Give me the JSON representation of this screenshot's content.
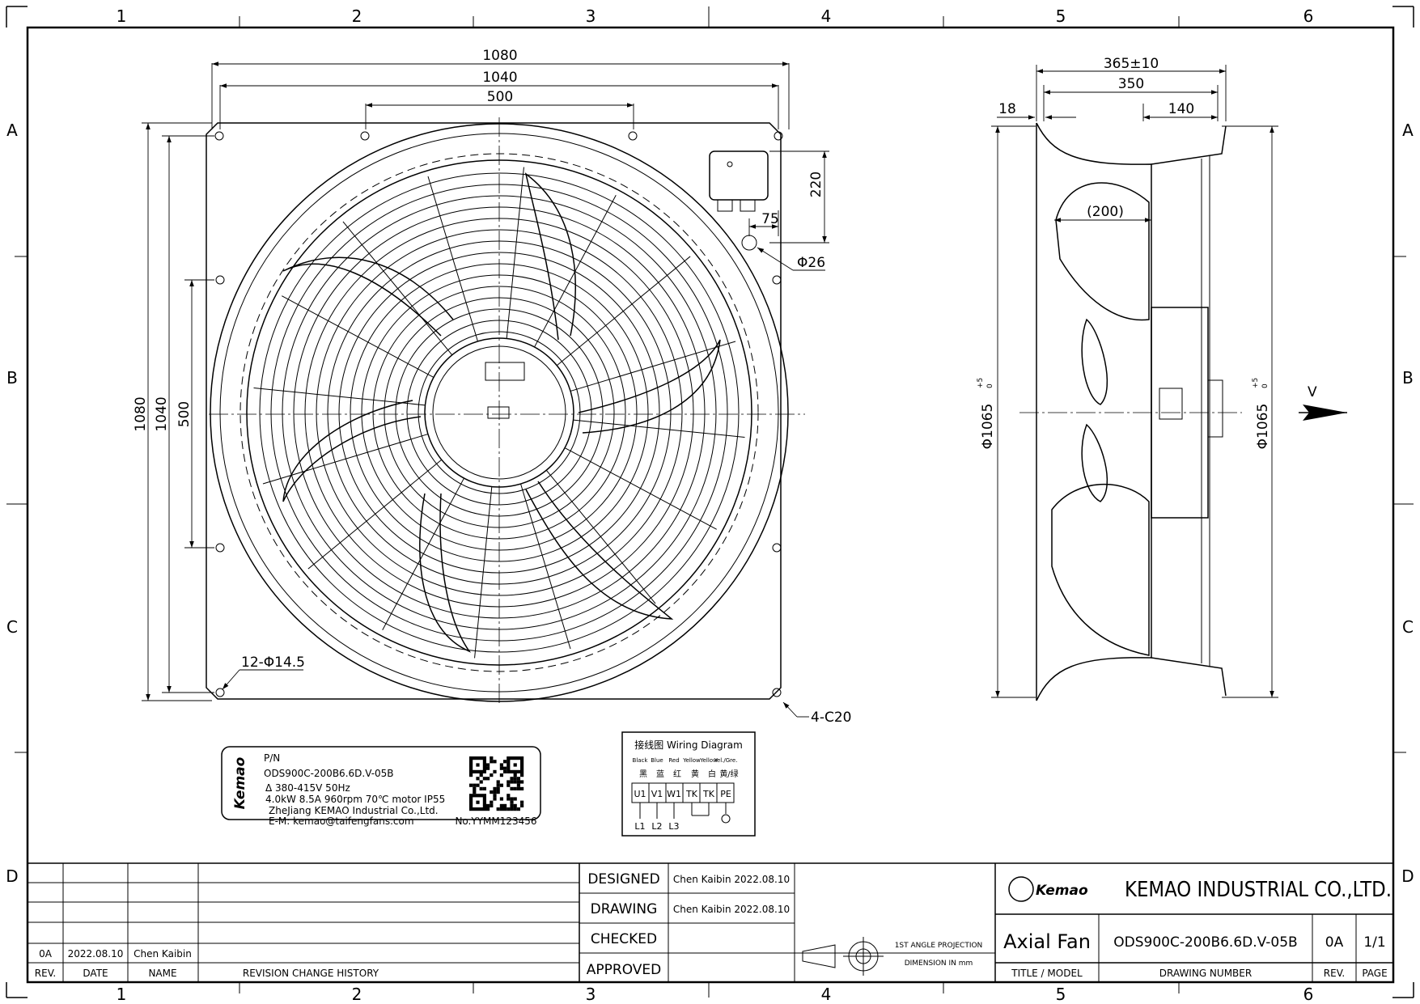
{
  "zones": {
    "cols": [
      "1",
      "2",
      "3",
      "4",
      "5",
      "6"
    ],
    "rows": [
      "A",
      "B",
      "C",
      "D"
    ]
  },
  "front_view": {
    "dim_1080_top": "1080",
    "dim_1040_top": "1040",
    "dim_500_top": "500",
    "dim_1080_left": "1080",
    "dim_1040_left": "1040",
    "dim_500_left": "500",
    "dim_220": "220",
    "dim_75": "75",
    "dim_d26": "Φ26",
    "holes": "12-Φ14.5",
    "chamfer": "4-C20"
  },
  "side_view": {
    "dim_365": "365±10",
    "dim_350": "350",
    "dim_18": "18",
    "dim_140": "140",
    "dim_200": "(200)",
    "dia_left": "Φ1065",
    "dia_right": "Φ1065",
    "tol_upper": "+5",
    "tol_lower": "0",
    "flow": "V"
  },
  "nameplate": {
    "brand": "Kemao",
    "pn_label": "P/N",
    "pn": "ODS900C-200B6.6D.V-05B",
    "line1": "Δ 380-415V 50Hz",
    "line2": "4.0kW 8.5A 960rpm 70℃ motor IP55",
    "line3": "ZheJiang KEMAO Industrial Co.,Ltd.",
    "line4": "E-M: kemao@taifengfans.com",
    "serial": "No.YYMM123456"
  },
  "wiring": {
    "title": "接线图 Wiring Diagram",
    "colors_en": [
      "Black",
      "Blue",
      "Red",
      "Yellow",
      "Yellow",
      "Yel./Gre."
    ],
    "colors_cn": [
      "黑",
      "蓝",
      "红",
      "黄",
      "白",
      "黄/绿"
    ],
    "terminals": [
      "U1",
      "V1",
      "W1",
      "TK",
      "TK",
      "PE"
    ],
    "lines": [
      "L1",
      "L2",
      "L3"
    ]
  },
  "title_block": {
    "rev_row": {
      "rev": "0A",
      "date": "2022.08.10",
      "name": "Chen Kaibin"
    },
    "rev_headers": [
      "REV.",
      "DATE",
      "NAME",
      "REVISION CHANGE HISTORY"
    ],
    "designed_label": "DESIGNED",
    "designed_value": "Chen Kaibin 2022.08.10",
    "drawing_label": "DRAWING",
    "drawing_value": "Chen Kaibin 2022.08.10",
    "checked_label": "CHECKED",
    "approved_label": "APPROVED",
    "projection_line1": "1ST ANGLE PROJECTION",
    "projection_line2": "DIMENSION IN mm",
    "logo_text": "Kemao",
    "company": "KEMAO INDUSTRIAL CO.,LTD.",
    "title": "Axial Fan",
    "drawing_number": "ODS900C-200B6.6D.V-05B",
    "rev": "0A",
    "page": "1/1",
    "hdr_title": "TITLE / MODEL",
    "hdr_number": "DRAWING NUMBER",
    "hdr_rev": "REV.",
    "hdr_page": "PAGE"
  }
}
